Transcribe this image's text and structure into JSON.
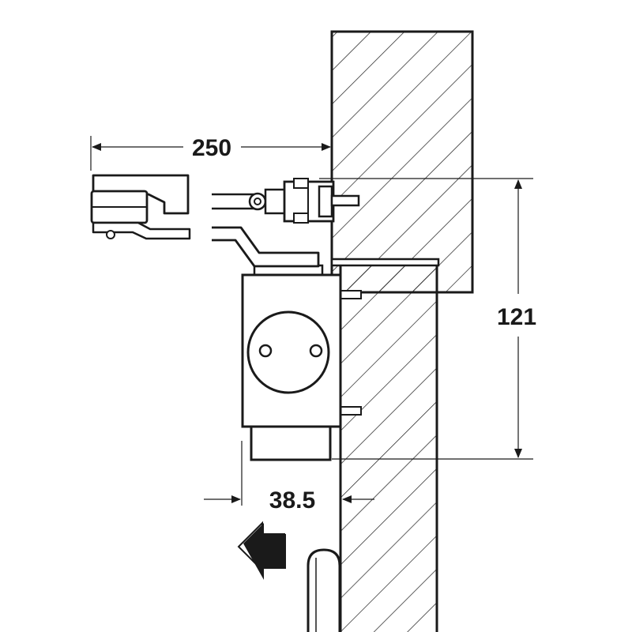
{
  "dimensions": {
    "width_label": "250",
    "height_label": "121",
    "offset_label": "38.5"
  },
  "colors": {
    "line": "#1a1a1a",
    "body_fill": "#ffffff",
    "arrow_fill": "#1a1a1a"
  }
}
